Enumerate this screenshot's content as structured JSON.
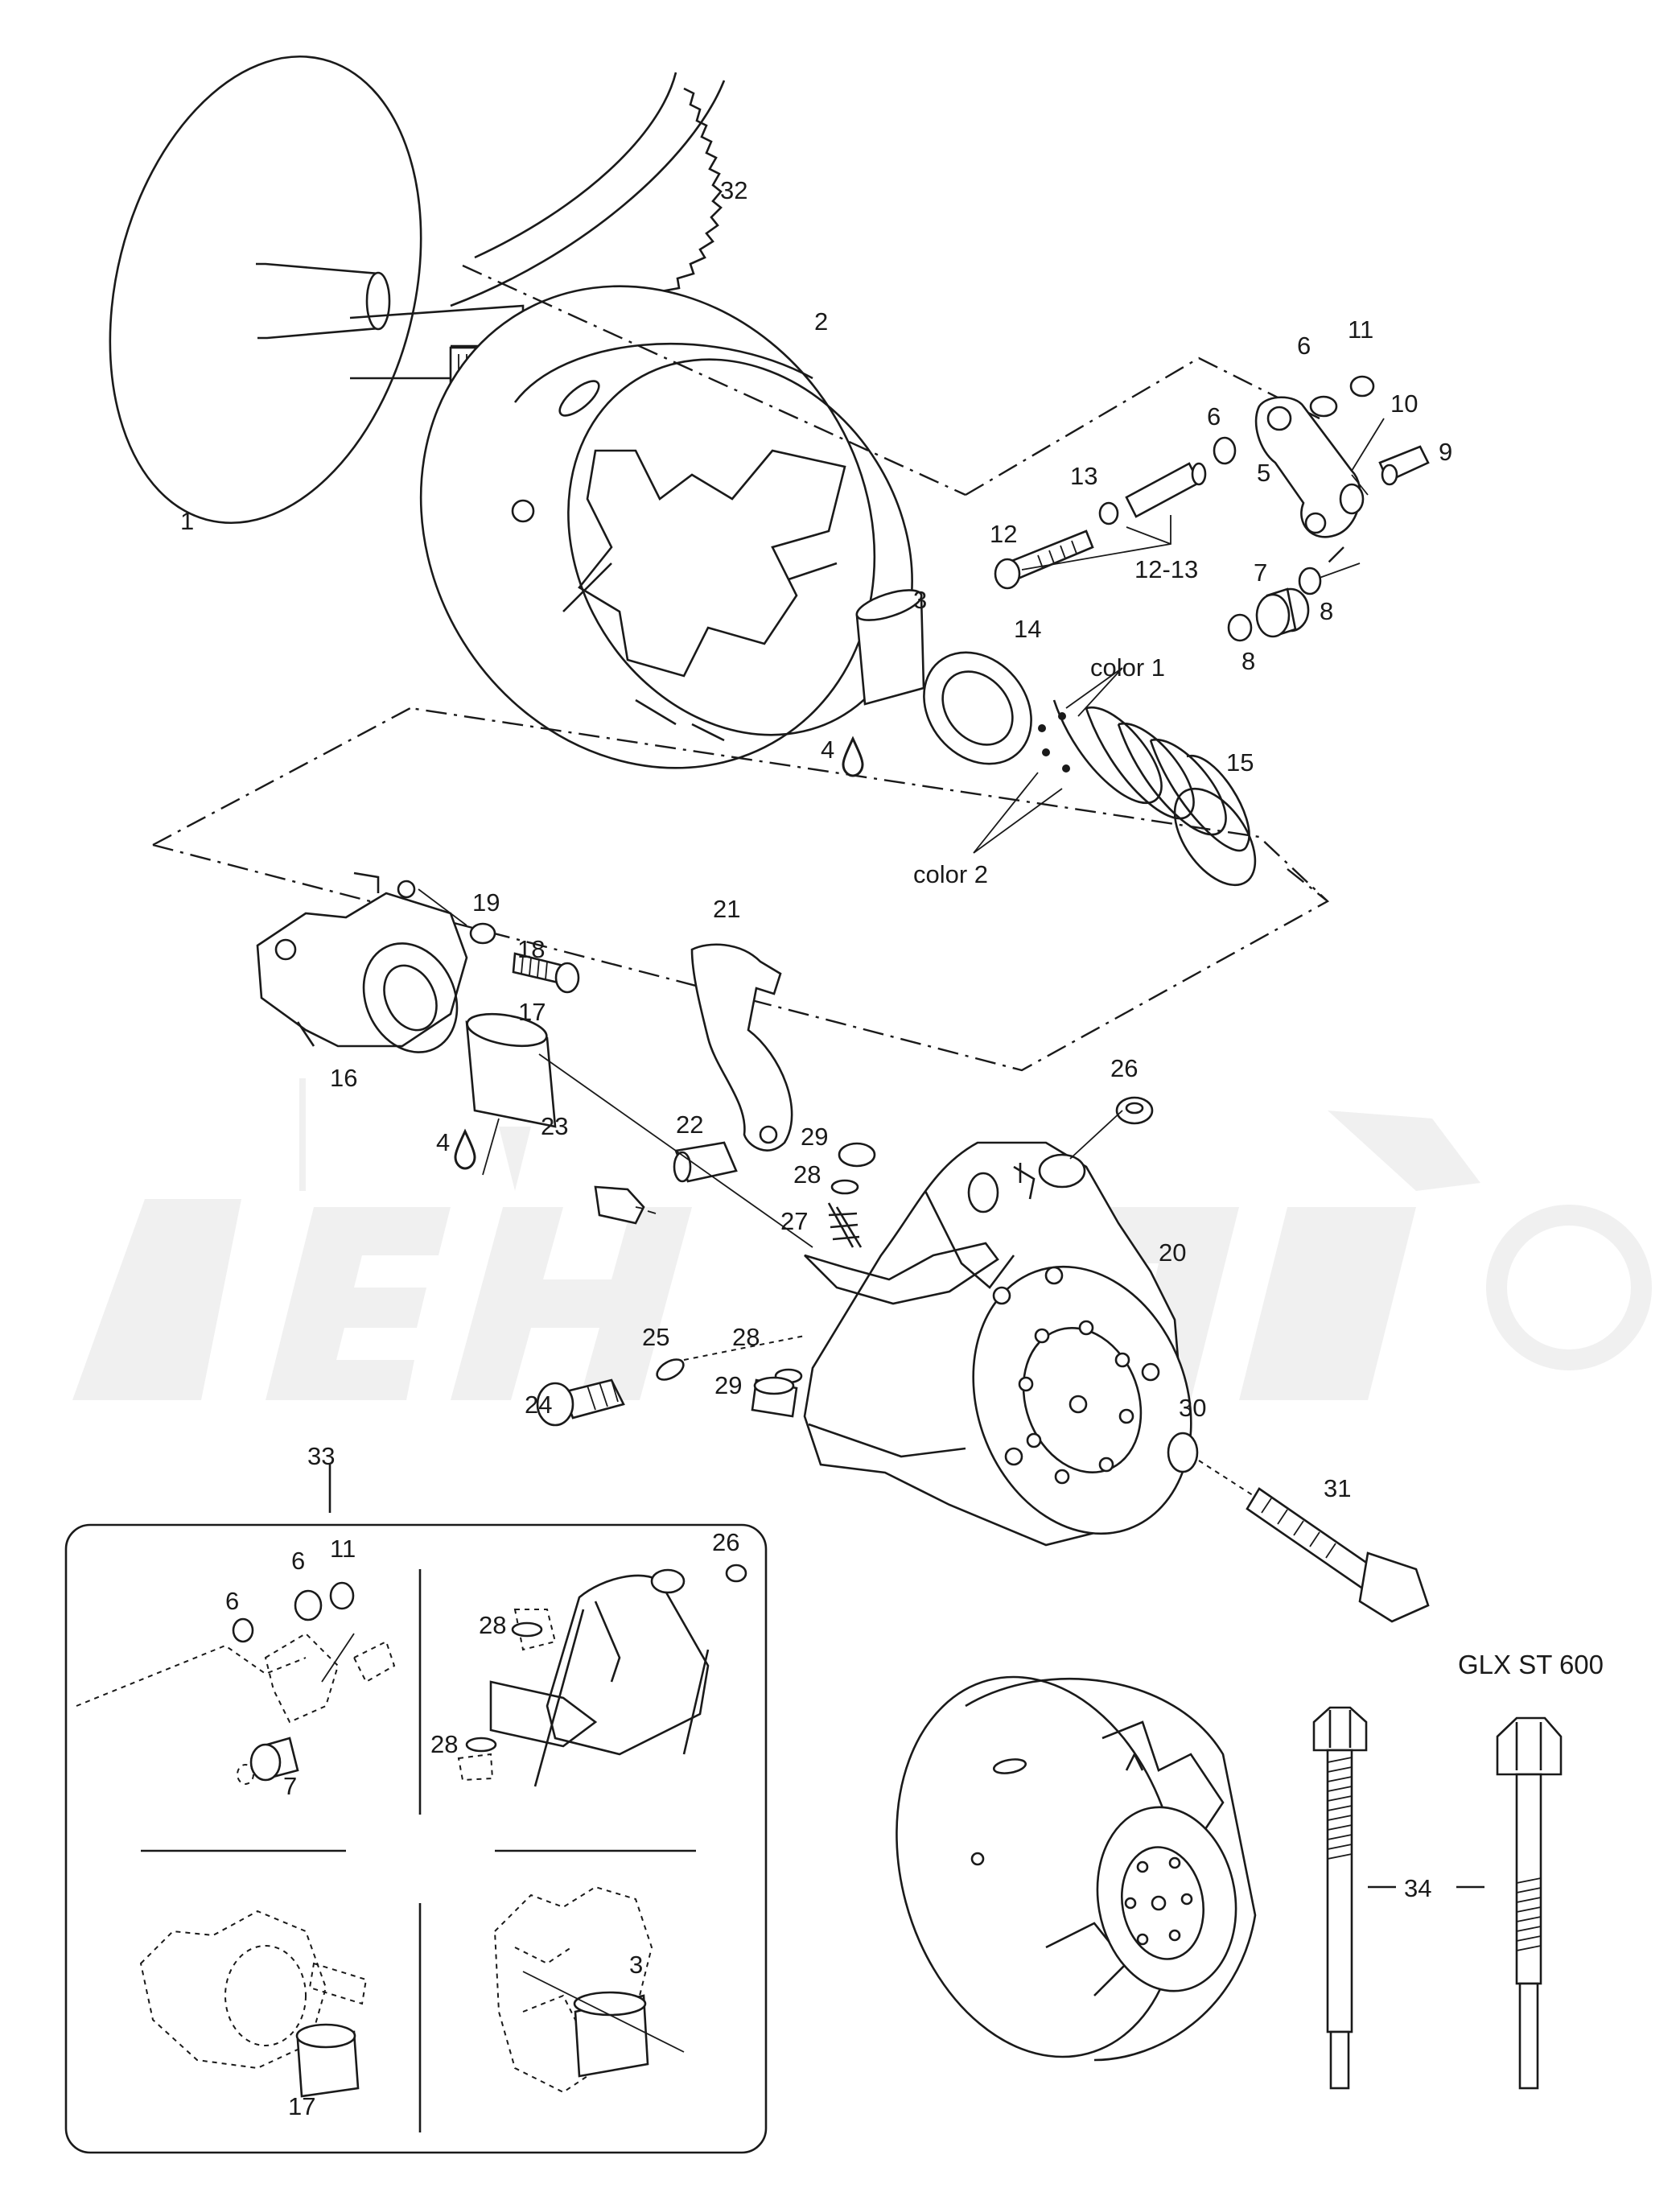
{
  "labels": {
    "p1": "1",
    "p2": "2",
    "p3": "3",
    "p4a": "4",
    "p4b": "4",
    "p5": "5",
    "p6a": "6",
    "p6b": "6",
    "p7": "7",
    "p8a": "8",
    "p8b": "8",
    "p9": "9",
    "p10": "10",
    "p11": "11",
    "p12": "12",
    "p13": "13",
    "p12_13": "12-13",
    "p14": "14",
    "p15": "15",
    "p16": "16",
    "p17": "17",
    "p18": "18",
    "p19": "19",
    "p20": "20",
    "p21": "21",
    "p22": "22",
    "p23": "23",
    "p24": "24",
    "p25": "25",
    "p26": "26",
    "p27": "27",
    "p28a": "28",
    "p28b": "28",
    "p29a": "29",
    "p29b": "29",
    "p30": "30",
    "p31": "31",
    "p32": "32",
    "p33": "33",
    "p34": "34",
    "color1": "color 1",
    "color2": "color 2"
  },
  "inset": {
    "p6a": "6",
    "p6b": "6",
    "p11": "11",
    "p7": "7",
    "p26": "26",
    "p28a": "28",
    "p28b": "28",
    "p17": "17",
    "p3": "3"
  },
  "variant_label": "GLX ST 600",
  "icons": [
    "oil-drop-icon",
    "arrow-icon"
  ]
}
